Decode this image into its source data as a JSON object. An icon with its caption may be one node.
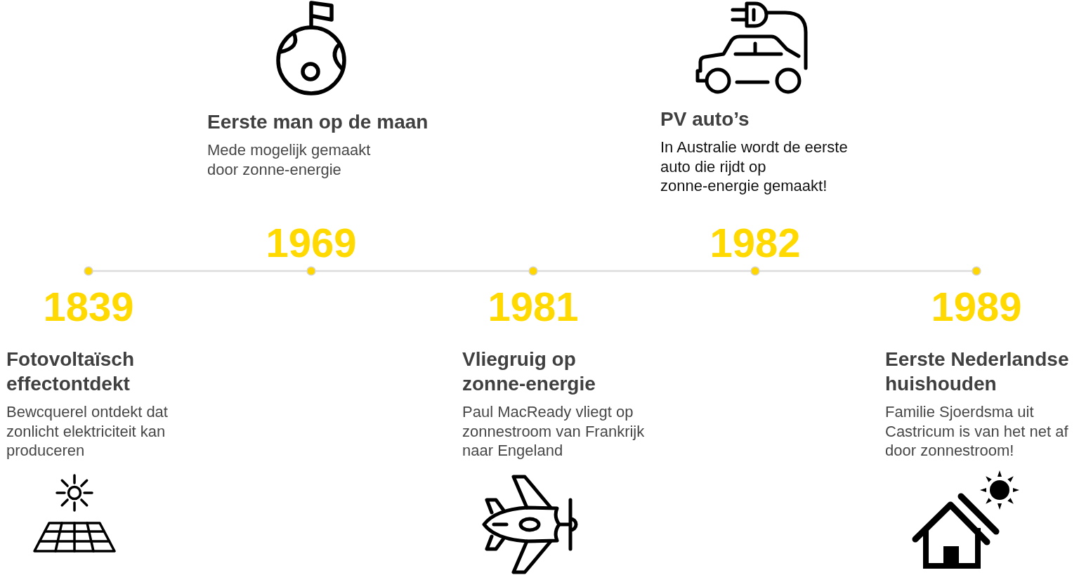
{
  "diagram": {
    "labels": [
      "Eerste man op de maan",
      "PV auto’s",
      "Mede mogelijk gemaakt door zonne-energie",
      "In Australie wordt de eerste auto die rijdt op zonne-energie gemaakt!",
      "1969",
      "1982",
      "1839",
      "1981",
      "1989",
      "Fotovoltaïsch effectontdekt",
      "Vliegruig op zonne-energie",
      "Eerste Nederlandse huishouden",
      "Bewcquerel ontdekt dat zonlicht elektriciteit kan produceren",
      "Paul MacReady vliegt op zonnestroom van Frankrijk naar Engeland",
      "Familie Sjoerdsma uit Castricum is van het net af door zonnestroom!"
    ]
  }
}
